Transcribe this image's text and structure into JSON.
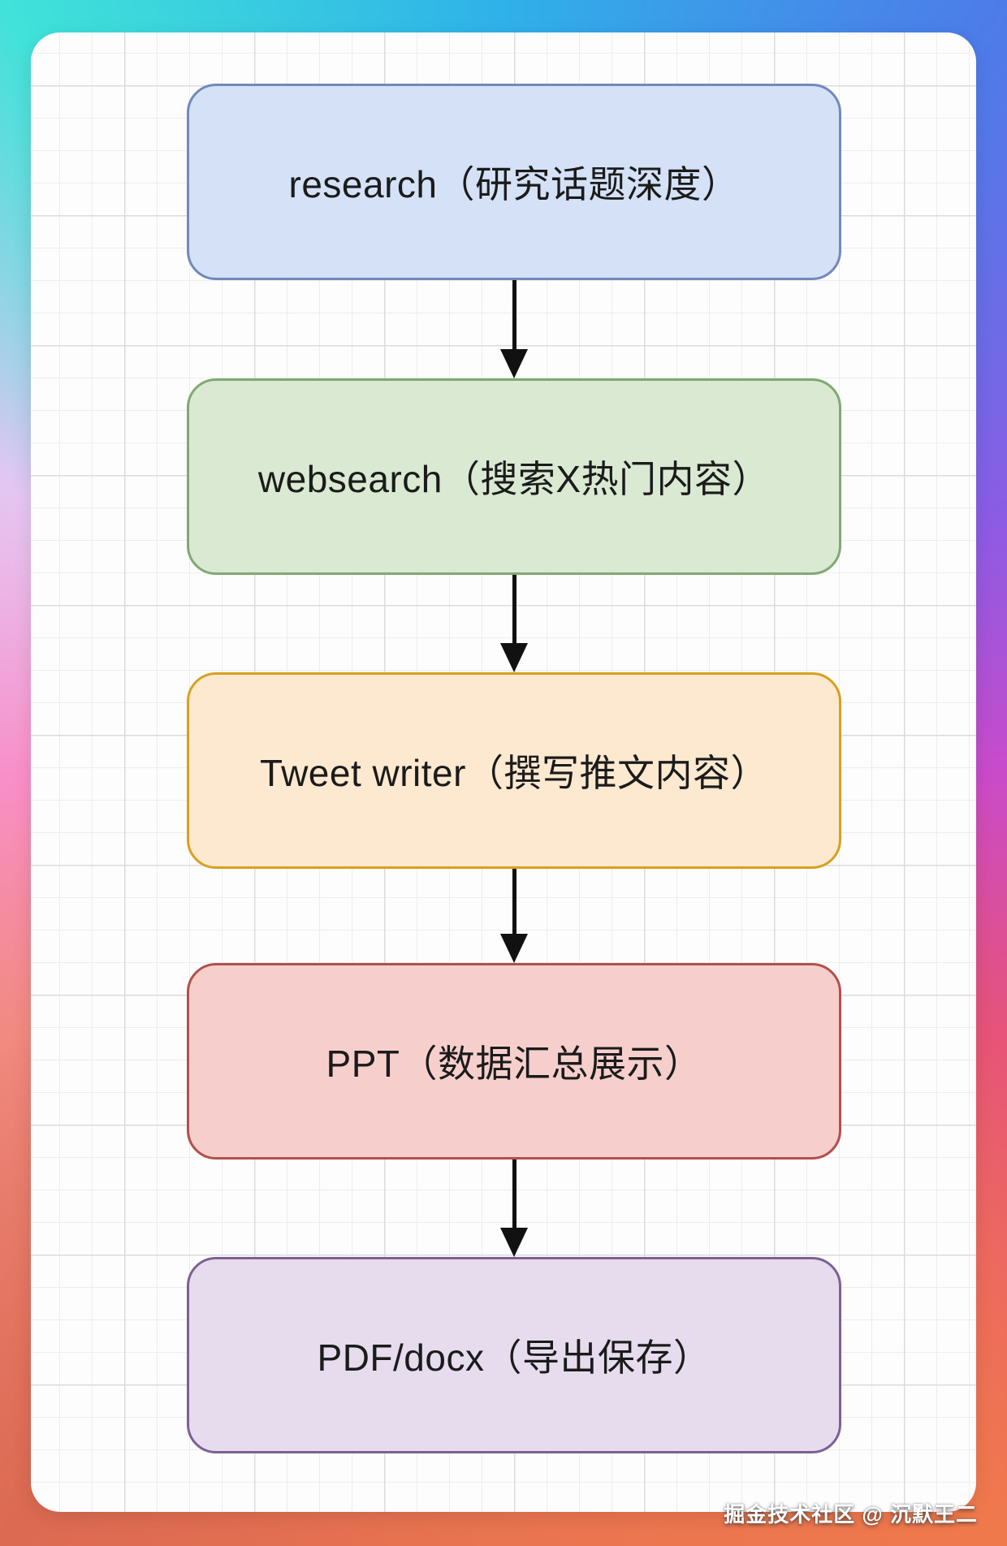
{
  "flowchart": {
    "nodes": [
      {
        "id": "research",
        "label": "research（研究话题深度）",
        "fill": "#d4e1f6",
        "border": "#7289ba"
      },
      {
        "id": "websearch",
        "label": "websearch（搜索X热门内容）",
        "fill": "#d9e9d2",
        "border": "#80a973"
      },
      {
        "id": "tweet-writer",
        "label": "Tweet writer（撰写推文内容）",
        "fill": "#fde9d0",
        "border": "#d8a01f"
      },
      {
        "id": "ppt",
        "label": "PPT（数据汇总展示）",
        "fill": "#f6cfcd",
        "border": "#b2504c"
      },
      {
        "id": "pdf-docx",
        "label": "PDF/docx（导出保存）",
        "fill": "#e6dcee",
        "border": "#7e6093"
      }
    ],
    "connections": [
      {
        "from": "research",
        "to": "websearch"
      },
      {
        "from": "websearch",
        "to": "tweet-writer"
      },
      {
        "from": "tweet-writer",
        "to": "ppt"
      },
      {
        "from": "ppt",
        "to": "pdf-docx"
      }
    ],
    "arrow_color": "#111111",
    "text_color": "#1b1b1b"
  },
  "background": {
    "card_color": "#fdfdfd",
    "grid_minor_color": "#ededed",
    "grid_major_color": "#dcdcdc",
    "border_gradient_colors": [
      "#40e2d9",
      "#4d7ce9",
      "#8b5ce4",
      "#c94bca",
      "#e75379",
      "#f0794c",
      "#e97450",
      "#f98fca",
      "#e5c6f2"
    ]
  },
  "watermark": {
    "text": "掘金技术社区 @ 沉默王二",
    "color": "#ffffff"
  }
}
